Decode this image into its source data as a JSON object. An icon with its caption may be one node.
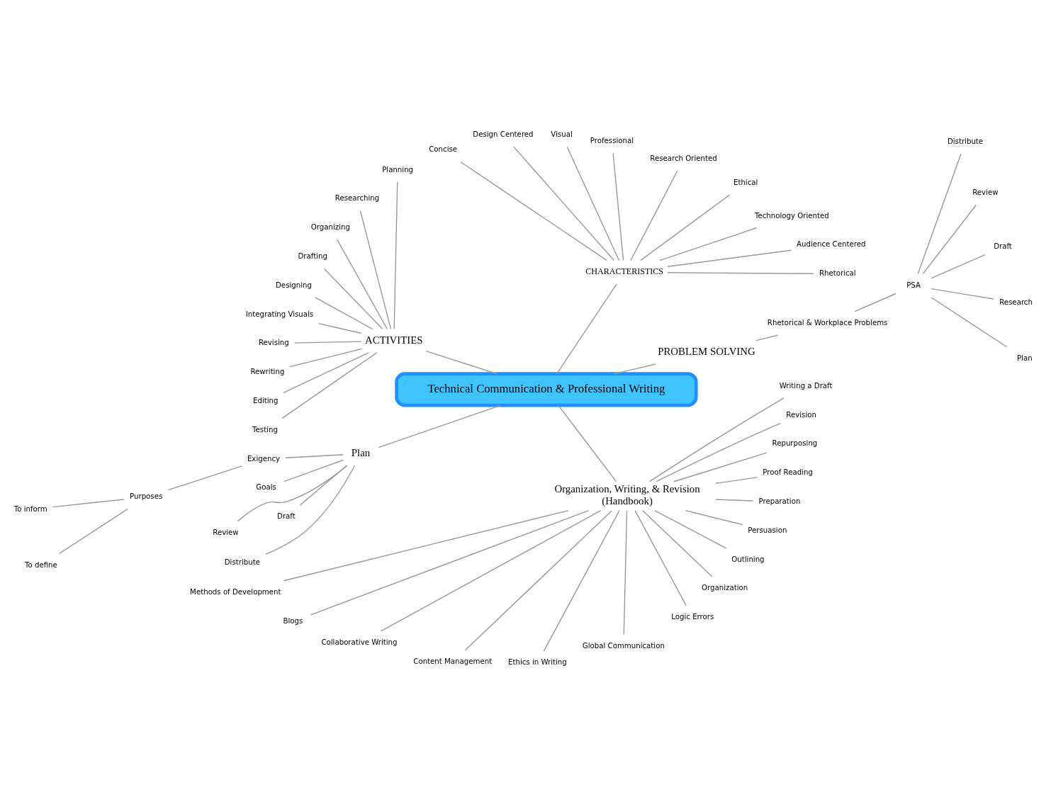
{
  "diagram": {
    "nodes": [
      {
        "text": [
          "Technical Communication & Professional Writing"
        ]
      },
      {
        "text": [
          "PROBLEM SOLVING"
        ]
      },
      {
        "text": [
          "Rhetorical & Workplace Problems"
        ]
      },
      {
        "text": [
          "PSA"
        ]
      },
      {
        "text": [
          "Plan"
        ]
      },
      {
        "text": [
          "Research"
        ]
      },
      {
        "text": [
          "Draft"
        ]
      },
      {
        "text": [
          "Review"
        ]
      },
      {
        "text": [
          "Distribute"
        ]
      },
      {
        "text": [
          "CHARACTERISTICS"
        ]
      },
      {
        "text": [
          "Rhetorical"
        ]
      },
      {
        "text": [
          "Audience Centered"
        ]
      },
      {
        "text": [
          "Technology Oriented"
        ]
      },
      {
        "text": [
          "Ethical"
        ]
      },
      {
        "text": [
          "Research Oriented"
        ]
      },
      {
        "text": [
          "Professional"
        ]
      },
      {
        "text": [
          "Visual"
        ]
      },
      {
        "text": [
          "Design Centered"
        ]
      },
      {
        "text": [
          "Concise"
        ]
      },
      {
        "text": [
          "ACTIVITIES"
        ]
      },
      {
        "text": [
          "Planning"
        ]
      },
      {
        "text": [
          "Researching"
        ]
      },
      {
        "text": [
          "Organizing"
        ]
      },
      {
        "text": [
          "Drafting"
        ]
      },
      {
        "text": [
          "Designing"
        ]
      },
      {
        "text": [
          "Integrating Visuals"
        ]
      },
      {
        "text": [
          "Revising"
        ]
      },
      {
        "text": [
          "Rewriting"
        ]
      },
      {
        "text": [
          "Editing"
        ]
      },
      {
        "text": [
          "Testing"
        ]
      },
      {
        "text": [
          "Plan"
        ]
      },
      {
        "text": [
          "Exigency"
        ]
      },
      {
        "text": [
          "Purposes"
        ]
      },
      {
        "text": [
          "To inform"
        ]
      },
      {
        "text": [
          "To define"
        ]
      },
      {
        "text": [
          "Goals"
        ]
      },
      {
        "text": [
          "Draft"
        ]
      },
      {
        "text": [
          "Review"
        ]
      },
      {
        "text": [
          "Distribute"
        ]
      },
      {
        "text": [
          "Organization, Writing, & Revision (Handbook)"
        ]
      },
      {
        "text": [
          "Methods of Development"
        ]
      },
      {
        "text": [
          "Blogs"
        ]
      },
      {
        "text": [
          "Collaborative Writing"
        ]
      },
      {
        "text": [
          "Content Management"
        ]
      },
      {
        "text": [
          "Ethics in Writing"
        ]
      },
      {
        "text": [
          "Global Communication"
        ]
      },
      {
        "text": [
          "Logic Errors"
        ]
      },
      {
        "text": [
          "Organization"
        ]
      },
      {
        "text": [
          "Outlining"
        ]
      },
      {
        "text": [
          "Persuasion"
        ]
      },
      {
        "text": [
          "Preparation"
        ]
      },
      {
        "text": [
          "Proof Reading"
        ]
      },
      {
        "text": [
          "Repurposing"
        ]
      },
      {
        "text": [
          "Revision"
        ]
      },
      {
        "text": [
          "Writing a Draft"
        ]
      }
    ],
    "edges": [
      {
        "from": 0,
        "to": 1,
        "arrow": "none"
      },
      {
        "from": 1,
        "to": 2,
        "arrow": "none"
      },
      {
        "from": 2,
        "to": 3,
        "arrow": "none"
      },
      {
        "from": 3,
        "to": 4,
        "arrow": "none"
      },
      {
        "from": 3,
        "to": 5,
        "arrow": "none"
      },
      {
        "from": 3,
        "to": 6,
        "arrow": "none"
      },
      {
        "from": 3,
        "to": 7,
        "arrow": "none"
      },
      {
        "from": 3,
        "to": 8,
        "arrow": "none"
      },
      {
        "from": 0,
        "to": 9,
        "arrow": "none"
      },
      {
        "from": 9,
        "to": 10,
        "arrow": "none"
      },
      {
        "from": 9,
        "to": 11,
        "arrow": "none"
      },
      {
        "from": 9,
        "to": 12,
        "arrow": "none"
      },
      {
        "from": 9,
        "to": 13,
        "arrow": "none"
      },
      {
        "from": 9,
        "to": 14,
        "arrow": "none"
      },
      {
        "from": 9,
        "to": 15,
        "arrow": "none"
      },
      {
        "from": 9,
        "to": 16,
        "arrow": "none"
      },
      {
        "from": 9,
        "to": 17,
        "arrow": "none"
      },
      {
        "from": 9,
        "to": 18,
        "arrow": "none"
      },
      {
        "from": 0,
        "to": 19,
        "arrow": "none"
      },
      {
        "from": 19,
        "to": 20,
        "arrow": "none"
      },
      {
        "from": 19,
        "to": 21,
        "arrow": "none"
      },
      {
        "from": 19,
        "to": 22,
        "arrow": "none"
      },
      {
        "from": 19,
        "to": 23,
        "arrow": "none"
      },
      {
        "from": 19,
        "to": 24,
        "arrow": "none"
      },
      {
        "from": 19,
        "to": 25,
        "arrow": "none"
      },
      {
        "from": 19,
        "to": 26,
        "arrow": "none"
      },
      {
        "from": 19,
        "to": 27,
        "arrow": "none"
      },
      {
        "from": 19,
        "to": 28,
        "arrow": "none"
      },
      {
        "from": 19,
        "to": 29,
        "arrow": "none"
      },
      {
        "from": 0,
        "to": 30,
        "arrow": "none"
      },
      {
        "from": 30,
        "to": 31,
        "arrow": "none"
      },
      {
        "from": 31,
        "to": 32,
        "arrow": "none"
      },
      {
        "from": 32,
        "to": 33,
        "arrow": "none"
      },
      {
        "from": 32,
        "to": 34,
        "arrow": "none"
      },
      {
        "from": 30,
        "to": 35,
        "arrow": "none"
      },
      {
        "from": 30,
        "to": 36,
        "arrow": "none"
      },
      {
        "from": 30,
        "to": 37,
        "arrow": "none"
      },
      {
        "from": 30,
        "to": 38,
        "arrow": "none"
      },
      {
        "from": 0,
        "to": 39,
        "arrow": "none"
      },
      {
        "from": 39,
        "to": 40,
        "arrow": "none"
      },
      {
        "from": 39,
        "to": 41,
        "arrow": "none"
      },
      {
        "from": 39,
        "to": 42,
        "arrow": "none"
      },
      {
        "from": 39,
        "to": 43,
        "arrow": "none"
      },
      {
        "from": 39,
        "to": 44,
        "arrow": "none"
      },
      {
        "from": 39,
        "to": 45,
        "arrow": "none"
      },
      {
        "from": 39,
        "to": 46,
        "arrow": "none"
      },
      {
        "from": 39,
        "to": 47,
        "arrow": "none"
      },
      {
        "from": 39,
        "to": 48,
        "arrow": "none"
      },
      {
        "from": 39,
        "to": 49,
        "arrow": "none"
      },
      {
        "from": 39,
        "to": 50,
        "arrow": "none"
      },
      {
        "from": 39,
        "to": 51,
        "arrow": "none"
      },
      {
        "from": 39,
        "to": 52,
        "arrow": "none"
      },
      {
        "from": 39,
        "to": 53,
        "arrow": "none"
      },
      {
        "from": 39,
        "to": 54,
        "arrow": "none"
      }
    ]
  }
}
